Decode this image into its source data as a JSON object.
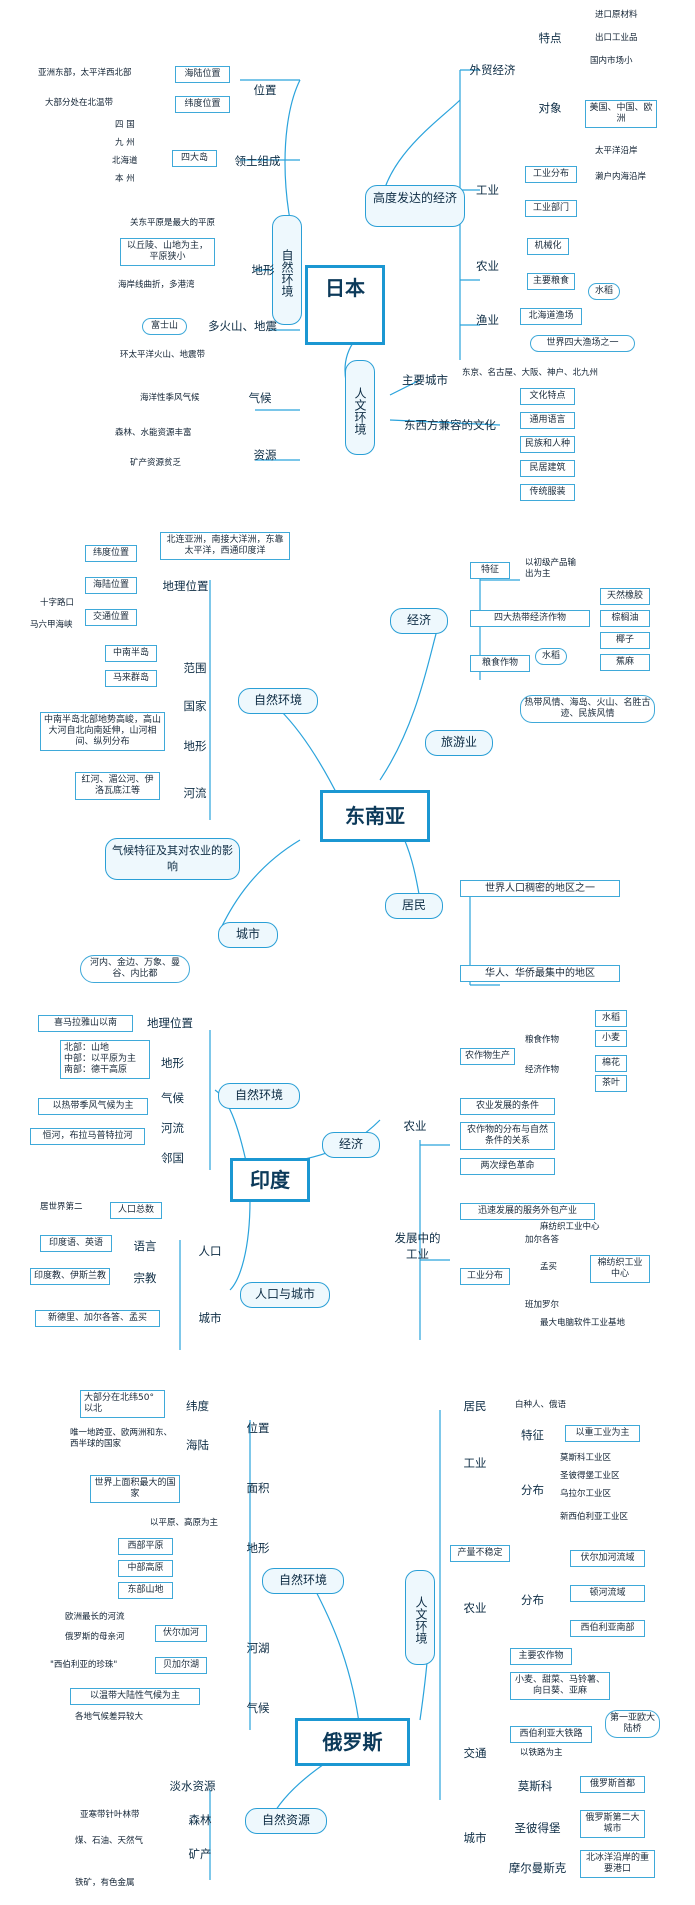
{
  "japan": {
    "center": "日本",
    "natural": "自然环境",
    "humanities": "人文环境",
    "economy": "高度发达的经济",
    "location": {
      "label": "位置",
      "sea": "海陆位置",
      "sea_desc": "亚洲东部，太平洋西北部",
      "lat": "纬度位置",
      "lat_desc": "大部分处在北温带"
    },
    "territory": {
      "label": "领土组成",
      "group": "四大岛",
      "islands": [
        "四 国",
        "九 州",
        "北海道",
        "本 州"
      ]
    },
    "terrain": {
      "label": "地形",
      "a": "关东平原是最大的平原",
      "b": "以丘陵、山地为主，平原狭小",
      "c": "海岸线曲折，多港湾"
    },
    "volcano": {
      "label": "多火山、地震",
      "fuji": "富士山",
      "ring": "环太平洋火山、地震带"
    },
    "climate": {
      "label": "气候",
      "desc": "海洋性季风气候"
    },
    "resources": {
      "label": "资源",
      "a": "森林、水能资源丰富",
      "b": "矿产资源贫乏"
    },
    "trade": {
      "label": "外贸经济",
      "features": "特点",
      "f1": "进口原材料",
      "f2": "出口工业品",
      "f3": "国内市场小",
      "partners": "对象",
      "p1": "美国、中国、欧洲"
    },
    "industry": {
      "label": "工业",
      "dist": "工业分布",
      "d1": "太平洋沿岸",
      "d2": "濑户内海沿岸",
      "sectors": "工业部门"
    },
    "agri": {
      "label": "农业",
      "a": "机械化",
      "b": "主要粮食",
      "c": "水稻"
    },
    "fishery": {
      "label": "渔业",
      "a": "北海道渔场",
      "b": "世界四大渔场之一"
    },
    "cities": {
      "label": "主要城市",
      "list": "东京、名古屋、大阪、神户、北九州"
    },
    "culture": {
      "label": "东西方兼容的文化",
      "items": [
        "文化特点",
        "通用语言",
        "民族和人种",
        "民居建筑",
        "传统服装"
      ]
    }
  },
  "sea": {
    "center": "东南亚",
    "natural": "自然环境",
    "economy": "经济",
    "tourism": "旅游业",
    "climate": "气候特征及其对农业的影响",
    "city": "城市",
    "residents": "居民",
    "geo": {
      "label": "地理位置",
      "desc": "北连亚洲，南接大洋洲，东靠太平洋，西通印度洋",
      "lat": "纬度位置",
      "sea": "海陆位置",
      "trans": "交通位置",
      "cross": "十字路口",
      "strait": "马六甲海峡"
    },
    "scope": {
      "label": "范围",
      "a": "中南半岛",
      "b": "马来群岛"
    },
    "country": "国家",
    "terrain": {
      "label": "地形",
      "desc": "中南半岛北部地势高峻，高山大河自北向南延伸，山河相间、纵列分布"
    },
    "rivers": {
      "label": "河流",
      "desc": "红河、湄公河、伊洛瓦底江等"
    },
    "econ": {
      "feature": "特征",
      "feature_desc": "以初级产品输出为主",
      "crops": "四大热带经济作物",
      "c1": "天然橡胶",
      "c2": "棕榈油",
      "c3": "椰子",
      "c4": "蕉麻",
      "grain": "粮食作物",
      "rice": "水稻"
    },
    "tour_desc": "热带风情、海岛、火山、名胜古迹、民族风情",
    "cities_desc": "河内、金边、万象、曼谷、内比都",
    "res_a": "世界人口稠密的地区之一",
    "res_b": "华人、华侨最集中的地区"
  },
  "india": {
    "center": "印度",
    "natural": "自然环境",
    "economy": "经济",
    "popcity": "人口与城市",
    "geo": {
      "label": "地理位置",
      "desc": "喜马拉雅山以南"
    },
    "terrain": {
      "label": "地形",
      "desc": "北部：山地\n中部：以平原为主\n南部：德干高原"
    },
    "climate": {
      "label": "气候",
      "desc": "以热带季风气候为主"
    },
    "rivers": {
      "label": "河流",
      "desc": "恒河，布拉马普特拉河"
    },
    "neighbors": "邻国",
    "agri": {
      "label": "农业",
      "crops": "农作物生产",
      "grain": "粮食作物",
      "g1": "水稻",
      "g2": "小麦",
      "cash": "经济作物",
      "k1": "棉花",
      "k2": "茶叶",
      "cond": "农业发展的条件",
      "dist": "农作物的分布与自然条件的关系",
      "green": "两次绿色革命"
    },
    "ind": {
      "label": "发展中的工业",
      "outsrc": "迅速发展的服务外包产业",
      "dist": "工业分布",
      "cal": "加尔各答",
      "cal_d": "麻纺织工业中心",
      "mum": "孟买",
      "mum_d": "棉纺织工业中心",
      "blr": "班加罗尔",
      "blr_d": "最大电脑软件工业基地"
    },
    "pop": {
      "label": "人口",
      "count": "人口总数",
      "count_d": "居世界第二",
      "lang": "语言",
      "lang_d": "印度语、英语",
      "rel": "宗教",
      "rel_d": "印度教、伊斯兰教",
      "city": "城市",
      "city_d": "新德里、加尔各答、孟买"
    }
  },
  "russia": {
    "center": "俄罗斯",
    "natural": "自然环境",
    "human": "人文环境",
    "resources": "自然资源",
    "pos": {
      "label": "位置",
      "lat": "纬度",
      "lat_d": "大部分在北纬50°以北",
      "sea": "海陆",
      "sea_d": "唯一地跨亚、欧两洲和东、西半球的国家"
    },
    "area": {
      "label": "面积",
      "desc": "世界上面积最大的国家"
    },
    "terrain": {
      "label": "地形",
      "a": "以平原、高原为主",
      "w": "西部平原",
      "m": "中部高原",
      "e": "东部山地"
    },
    "rivers": {
      "label": "河湖",
      "a": "欧洲最长的河流",
      "a_n": "伏尔加河",
      "b": "俄罗斯的母亲河",
      "c": "\"西伯利亚的珍珠\"",
      "c_n": "贝加尔湖"
    },
    "climate": {
      "label": "气候",
      "a": "以温带大陆性气候为主",
      "b": "各地气候差异较大"
    },
    "water": "淡水资源",
    "forest": {
      "label": "森林",
      "desc": "亚寒带针叶林带"
    },
    "mineral": {
      "label": "矿产",
      "a": "煤、石油、天然气",
      "b": "铁矿，有色金属"
    },
    "residents": {
      "label": "居民",
      "desc": "白种人、俄语"
    },
    "industry": {
      "label": "工业",
      "feature": "特征",
      "feature_d": "以重工业为主",
      "dist": "分布",
      "d1": "莫斯科工业区",
      "d2": "圣彼得堡工业区",
      "d3": "乌拉尔工业区",
      "d4": "新西伯利亚工业区"
    },
    "agri": {
      "label": "农业",
      "unstable": "产量不稳定",
      "dist": "分布",
      "d1": "伏尔加河流域",
      "d2": "顿河流域",
      "d3": "西伯利亚南部",
      "crops": "主要农作物",
      "crops_d": "小麦、甜菜、马铃薯、向日葵、亚麻"
    },
    "traffic": {
      "label": "交通",
      "a": "西伯利亚大铁路",
      "a_n": "第一亚欧大陆桥",
      "b": "以铁路为主"
    },
    "city": {
      "label": "城市",
      "mos": "莫斯科",
      "mos_d": "俄罗斯首都",
      "spb": "圣彼得堡",
      "spb_d": "俄罗斯第二大城市",
      "mur": "摩尔曼斯克",
      "mur_d": "北冰洋沿岸的重要港口"
    }
  },
  "colors": {
    "line": "#2aa3dc",
    "box": "#3fa9d9",
    "center_border": "#1b97d2"
  }
}
